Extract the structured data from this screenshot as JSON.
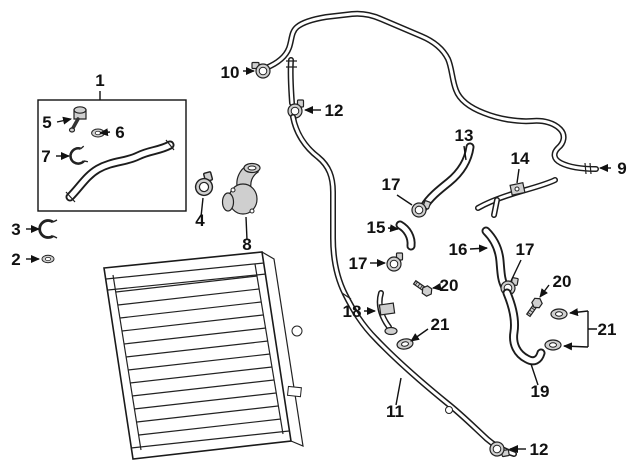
{
  "colors": {
    "line": "#1a1a1a",
    "part_fill": "#cfcfcf",
    "background": "#ffffff"
  },
  "diagram": {
    "type": "exploded-parts-diagram",
    "subject": "engine cooling system - radiator, hoses and clamps",
    "callouts": [
      {
        "label": "1",
        "part": "upper-hose-assembly"
      },
      {
        "label": "5",
        "part": "connector-fitting"
      },
      {
        "label": "6",
        "part": "gasket-washer"
      },
      {
        "label": "7",
        "part": "retaining-clip"
      },
      {
        "label": "3",
        "part": "retaining-clip"
      },
      {
        "label": "2",
        "part": "o-ring"
      },
      {
        "label": "4",
        "part": "hose-clamp"
      },
      {
        "label": "8",
        "part": "thermostat-housing"
      },
      {
        "label": "10",
        "part": "hose-clamp"
      },
      {
        "label": "12",
        "part": "hose-clamp"
      },
      {
        "label": "9",
        "part": "overflow-hose"
      },
      {
        "label": "13",
        "part": "hose"
      },
      {
        "label": "14",
        "part": "connector"
      },
      {
        "label": "17",
        "part": "hose-clamp"
      },
      {
        "label": "15",
        "part": "hose"
      },
      {
        "label": "17",
        "part": "hose-clamp"
      },
      {
        "label": "16",
        "part": "hose"
      },
      {
        "label": "17",
        "part": "hose-clamp"
      },
      {
        "label": "20",
        "part": "bolt"
      },
      {
        "label": "18",
        "part": "tube-with-bracket"
      },
      {
        "label": "20",
        "part": "bolt"
      },
      {
        "label": "21",
        "part": "washer"
      },
      {
        "label": "21",
        "part": "washer-pair"
      },
      {
        "label": "19",
        "part": "hose"
      },
      {
        "label": "11",
        "part": "coolant-pipe"
      },
      {
        "label": "12",
        "part": "hose-clamp"
      }
    ]
  }
}
